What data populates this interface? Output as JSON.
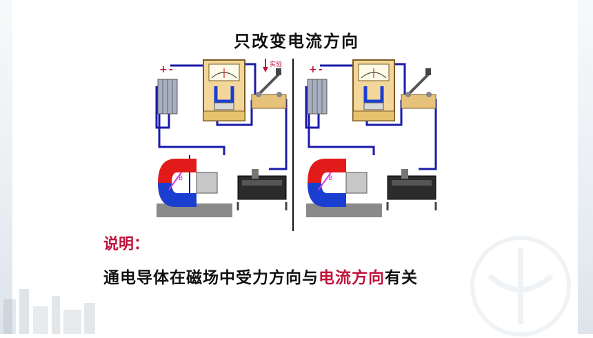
{
  "title": "只改变电流方向",
  "figure": {
    "left_panel": {
      "plus": "+",
      "minus": "-",
      "switch_label": "实验",
      "magnet_letter": "B"
    },
    "right_panel": {
      "plus": "+",
      "minus": "-",
      "magnet_letter": "B"
    }
  },
  "note": {
    "label": "说明：",
    "text_before": "通电导体在磁场中受力方向与",
    "highlight": "电流方向",
    "text_after": "有关"
  },
  "colors": {
    "wire": "#1a1aa8",
    "accent": "#c0123a",
    "magnet_red": "#e21a1a",
    "magnet_blue": "#1a3fd0"
  }
}
